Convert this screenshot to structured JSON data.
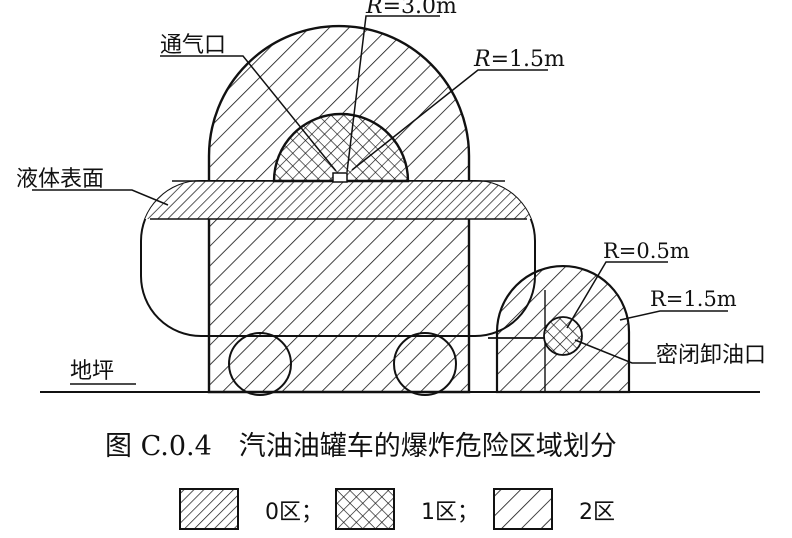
{
  "labels": {
    "vent": "通气口",
    "liquid_surface": "液体表面",
    "ground": "地坪",
    "sealed_outlet": "密闭卸油口",
    "r_vent_outer_prefix": "R",
    "r_vent_outer_value": "=3.0m",
    "r_vent_inner_prefix": "R",
    "r_vent_inner_value": "=1.5m",
    "r_outlet_inner": "R=0.5m",
    "r_outlet_outer": "R=1.5m"
  },
  "caption": "图 C.0.4　汽油油罐车的爆炸危险区域划分",
  "legend": [
    {
      "label": "0区；",
      "pattern": "zone0-dense-diagonal"
    },
    {
      "label": "1区；",
      "pattern": "zone1-crosshatch"
    },
    {
      "label": "2区",
      "pattern": "zone2-diagonal"
    }
  ],
  "colors": {
    "ink": "#111111",
    "paper": "#ffffff"
  }
}
